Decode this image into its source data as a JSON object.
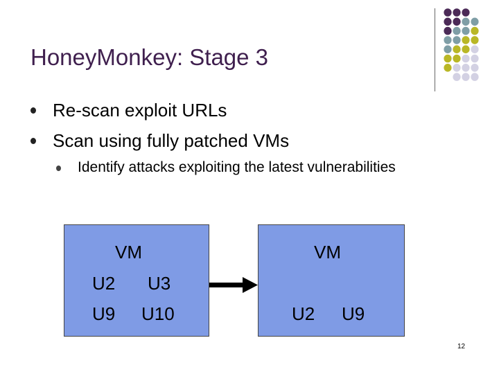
{
  "slide": {
    "title": "HoneyMonkey: Stage 3",
    "bullets": [
      "Re-scan exploit URLs",
      "Scan using fully patched VMs"
    ],
    "sub_bullets": [
      "Identify attacks exploiting the latest vulnerabilities"
    ],
    "page_number": "12"
  },
  "diagram": {
    "left_box": {
      "label": "VM",
      "row1_a": "U2",
      "row1_b": "U3",
      "row2_a": "U9",
      "row2_b": "U10"
    },
    "right_box": {
      "label": "VM",
      "row_a": "U2",
      "row_b": "U9"
    }
  },
  "colors": {
    "title": "#3f1f4e",
    "box_fill": "#7f9be5",
    "dot_purple": "#4b2a57",
    "dot_teal": "#7f9ea6",
    "dot_olive": "#b9b726",
    "dot_lavender": "#d3d1e3"
  }
}
